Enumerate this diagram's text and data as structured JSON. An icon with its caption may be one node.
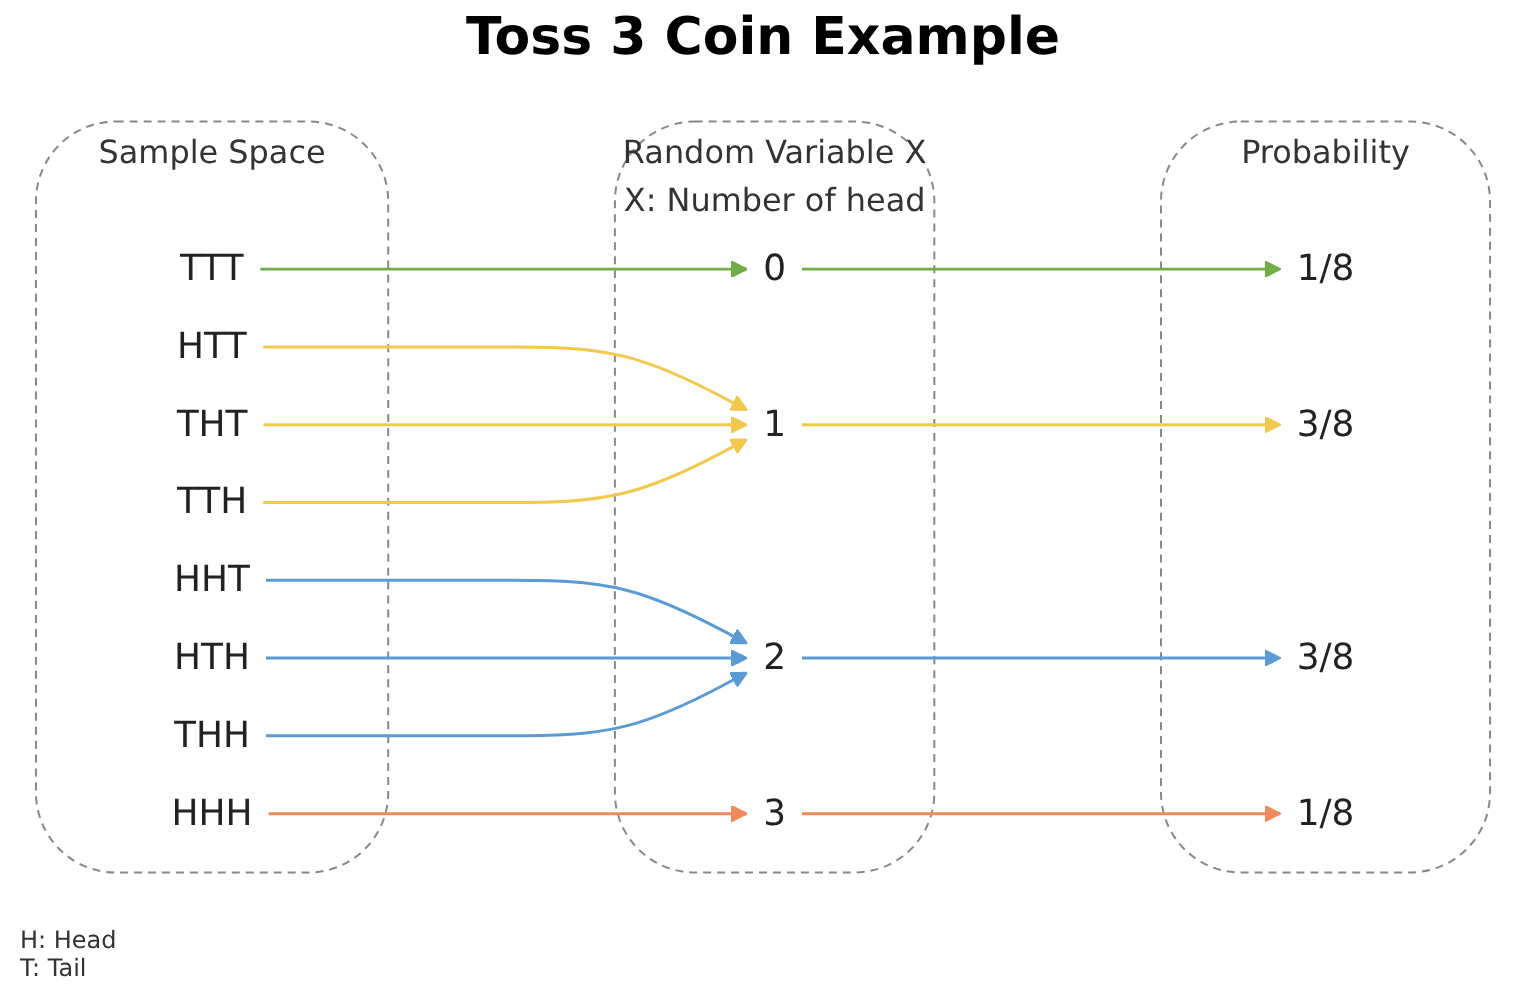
{
  "diagram": {
    "title": "Toss 3 Coin Example",
    "nodes": [
      {
        "text": [
          "Sample Space"
        ]
      },
      {
        "text": [
          "HHH"
        ],
        "in": 0
      },
      {
        "text": [
          "HHT"
        ],
        "in": 0
      },
      {
        "text": [
          "HTH"
        ],
        "in": 0
      },
      {
        "text": [
          "HTT"
        ],
        "in": 0
      },
      {
        "text": [
          "THH"
        ],
        "in": 0
      },
      {
        "text": [
          "THT"
        ],
        "in": 0
      },
      {
        "text": [
          "TTH"
        ],
        "in": 0
      },
      {
        "text": [
          "TTT"
        ],
        "in": 0
      },
      {
        "text": [
          "Random Variable X",
          "X: Number of head"
        ]
      },
      {
        "text": [
          "0"
        ],
        "in": 9
      },
      {
        "text": [
          "1"
        ],
        "in": 9
      },
      {
        "text": [
          "2"
        ],
        "in": 9
      },
      {
        "text": [
          "3"
        ],
        "in": 9
      },
      {
        "text": [
          "Probability"
        ]
      },
      {
        "text": [
          "1/8"
        ],
        "in": 14
      },
      {
        "text": [
          "3/8"
        ],
        "in": 14
      },
      {
        "text": [
          "3/8"
        ],
        "in": 14
      },
      {
        "text": [
          "1/8"
        ],
        "in": 14
      }
    ],
    "edges": [
      {
        "from": 1,
        "to": 13,
        "arrow": "to",
        "color": "#f08a5d"
      },
      {
        "from": 2,
        "to": 12,
        "arrow": "to",
        "color": "#5b9bd5"
      },
      {
        "from": 3,
        "to": 12,
        "arrow": "to",
        "color": "#5b9bd5"
      },
      {
        "from": 4,
        "to": 11,
        "arrow": "to",
        "color": "#f2c94c"
      },
      {
        "from": 5,
        "to": 12,
        "arrow": "to",
        "color": "#5b9bd5"
      },
      {
        "from": 6,
        "to": 11,
        "arrow": "to",
        "color": "#f2c94c"
      },
      {
        "from": 7,
        "to": 11,
        "arrow": "to",
        "color": "#f2c94c"
      },
      {
        "from": 8,
        "to": 10,
        "arrow": "to",
        "color": "#70ad47"
      },
      {
        "from": 10,
        "to": 15,
        "arrow": "to",
        "color": "#70ad47"
      },
      {
        "from": 11,
        "to": 16,
        "arrow": "to",
        "color": "#f2c94c"
      },
      {
        "from": 12,
        "to": 17,
        "arrow": "to",
        "color": "#5b9bd5"
      },
      {
        "from": 13,
        "to": 18,
        "arrow": "to",
        "color": "#f08a5d"
      }
    ],
    "labels": [
      "H: Head",
      "T: Tail"
    ]
  }
}
